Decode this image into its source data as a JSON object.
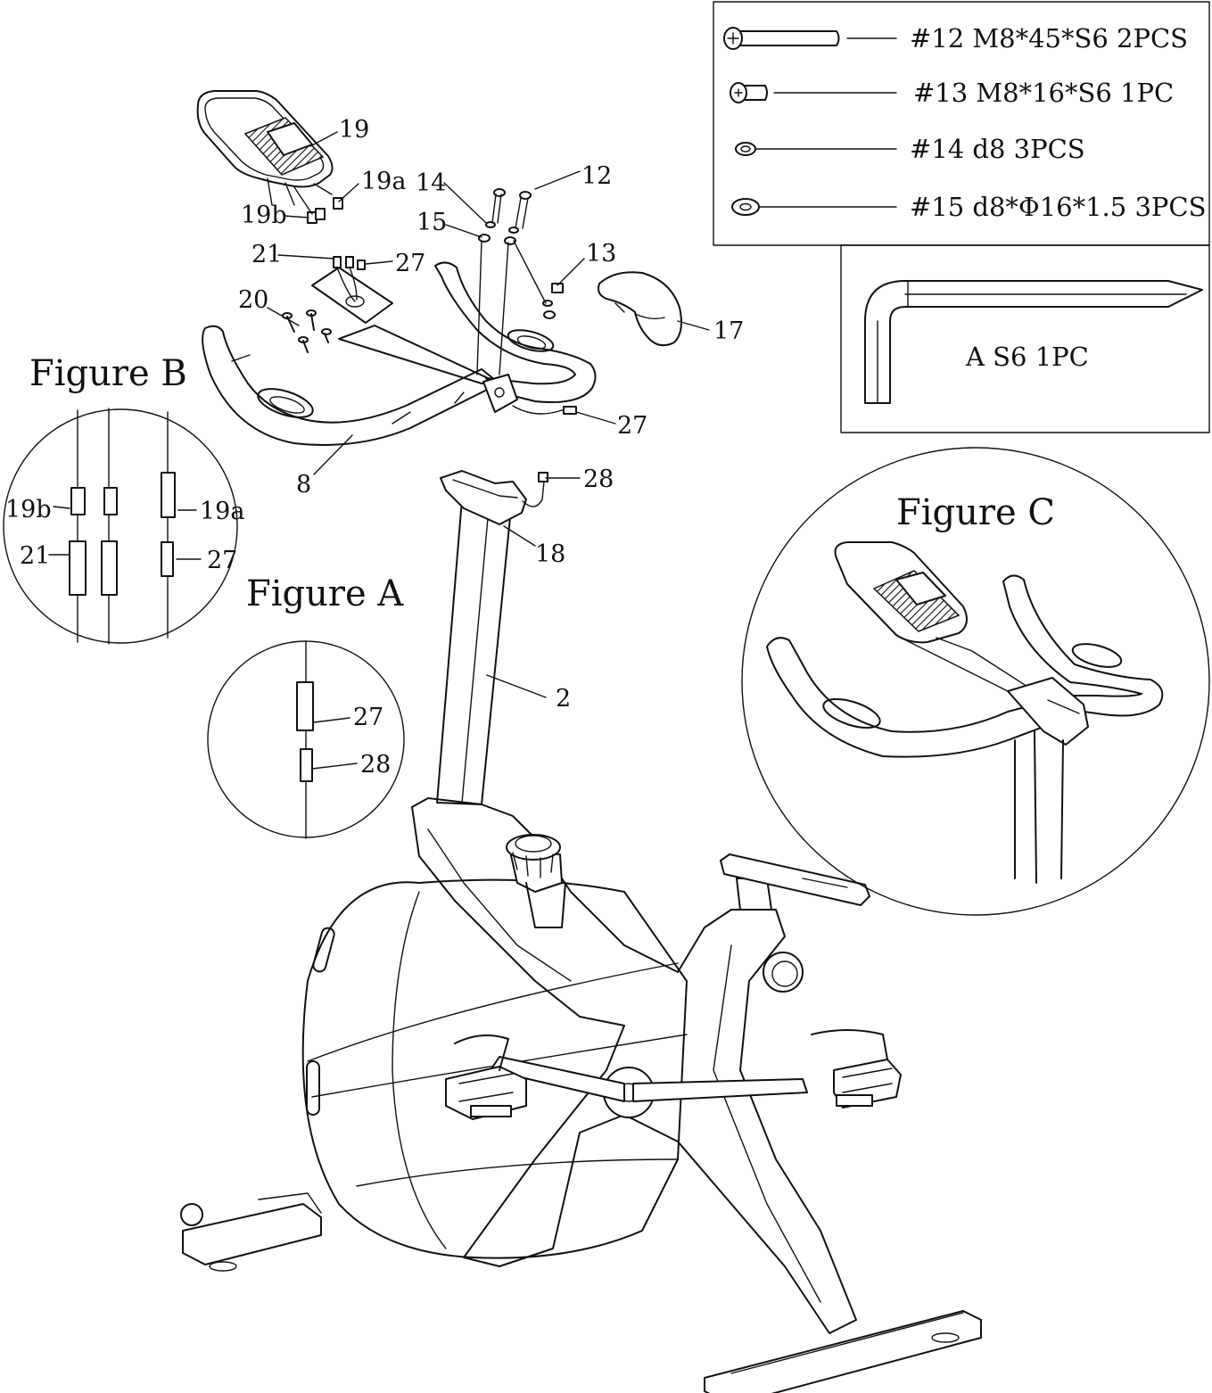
{
  "figures": {
    "b": "Figure B",
    "a": "Figure A",
    "c": "Figure C"
  },
  "hardware": [
    {
      "text": "#12  M8*45*S6  2PCS"
    },
    {
      "text": "#13  M8*16*S6  1PC"
    },
    {
      "text": "#14  d8  3PCS"
    },
    {
      "text": "#15  d8*Φ16*1.5  3PCS"
    }
  ],
  "tool": {
    "text": "A  S6  1PC"
  },
  "part_labels": {
    "p19": "19",
    "p19a": "19a",
    "p19b": "19b",
    "p14": "14",
    "p12": "12",
    "p15": "15",
    "p13": "13",
    "p21": "21",
    "p27_top": "27",
    "p20": "20",
    "p17": "17",
    "p27_mid": "27",
    "p8": "8",
    "p28": "28",
    "p18": "18",
    "p2": "2"
  },
  "figure_b_labels": {
    "l19b": "19b",
    "l19a": "19a",
    "l21": "21",
    "l27": "27"
  },
  "figure_a_labels": {
    "l27": "27",
    "l28": "28"
  }
}
